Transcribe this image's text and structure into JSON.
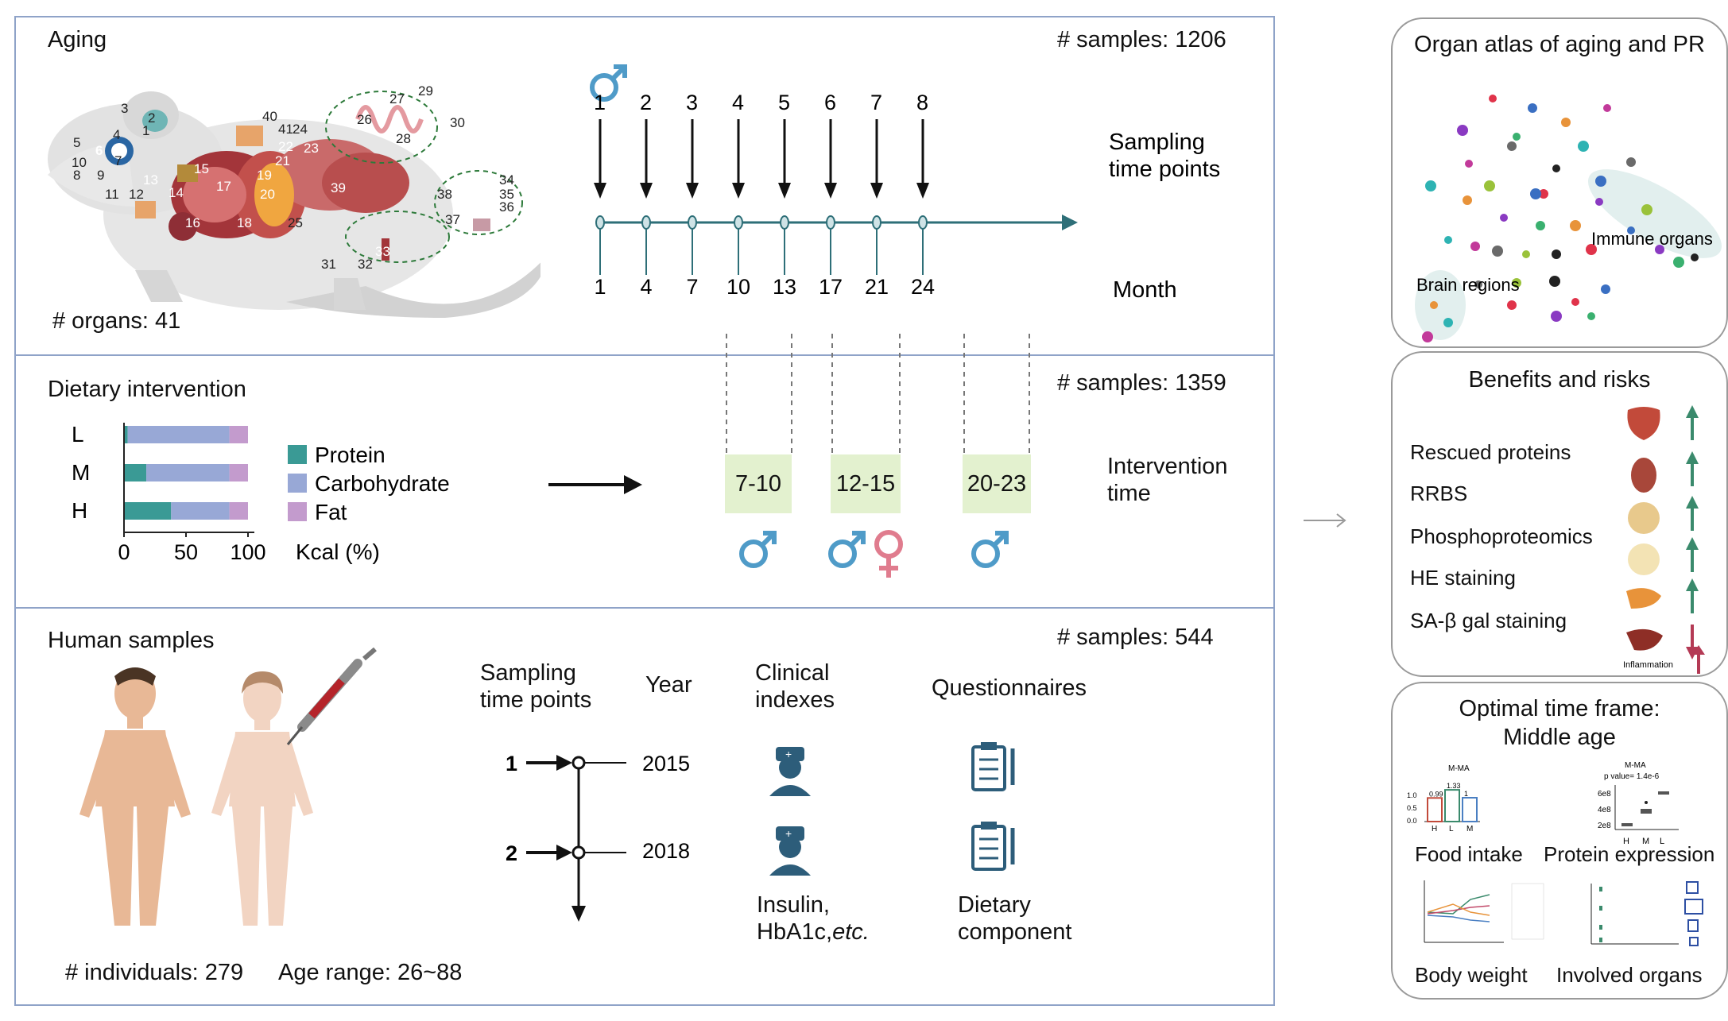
{
  "aging": {
    "title": "Aging",
    "samples": "# samples: 1206",
    "organs": "# organs: 41",
    "time_point_indices": [
      "1",
      "2",
      "3",
      "4",
      "5",
      "6",
      "7",
      "8"
    ],
    "months": [
      "1",
      "4",
      "7",
      "10",
      "13",
      "17",
      "21",
      "24"
    ],
    "sampling_label_line1": "Sampling",
    "sampling_label_line2": "time points",
    "month_label": "Month",
    "organ_numbers": [
      "1",
      "2",
      "3",
      "4",
      "5",
      "6",
      "7",
      "8",
      "9",
      "10",
      "11",
      "12",
      "13",
      "14",
      "15",
      "16",
      "17",
      "18",
      "19",
      "20",
      "21",
      "22",
      "23",
      "24",
      "25",
      "26",
      "27",
      "28",
      "29",
      "30",
      "31",
      "32",
      "33",
      "34",
      "35",
      "36",
      "37",
      "38",
      "39",
      "40",
      "41"
    ]
  },
  "diet": {
    "title": "Dietary intervention",
    "samples": "# samples: 1359",
    "rows": [
      {
        "label": "L",
        "protein": 3,
        "carbohydrate": 82,
        "fat": 15
      },
      {
        "label": "M",
        "protein": 18,
        "carbohydrate": 67,
        "fat": 15
      },
      {
        "label": "H",
        "protein": 38,
        "carbohydrate": 47,
        "fat": 15
      }
    ],
    "legend": [
      "Protein",
      "Carbohydrate",
      "Fat"
    ],
    "axis_ticks": [
      "0",
      "50",
      "100"
    ],
    "axis_label": "Kcal (%)",
    "windows": [
      "7-10",
      "12-15",
      "20-23"
    ],
    "intervention_line1": "Intervention",
    "intervention_line2": "time"
  },
  "human": {
    "title": "Human samples",
    "samples": "# samples: 544",
    "individuals": "# individuals: 279",
    "age_range": "Age range: 26~88",
    "sampling_line1": "Sampling",
    "sampling_line2": "time points",
    "year_label": "Year",
    "points": [
      {
        "index": "1",
        "year": "2015"
      },
      {
        "index": "2",
        "year": "2018"
      }
    ],
    "clinical_line1": "Clinical",
    "clinical_line2": "indexes",
    "questionnaires": "Questionnaires",
    "insulin_line1": "Insulin,",
    "insulin_line2": "HbA1c,",
    "insulin_etc": "etc.",
    "dietary_line1": "Dietary",
    "dietary_line2": "component"
  },
  "atlas": {
    "title": "Organ atlas of aging and PR",
    "immune_label": "Immune organs",
    "brain_label": "Brain regions"
  },
  "benefits": {
    "title": "Benefits and risks",
    "items": [
      "Rescued proteins",
      "RRBS",
      "Phosphoproteomics",
      "HE staining",
      "SA-β gal staining"
    ],
    "inflammation": "Inflammation"
  },
  "timeframe": {
    "title_line1": "Optimal time frame:",
    "title_line2": "Middle age",
    "food_intake": "Food intake",
    "protein_expression": "Protein expression",
    "body_weight": "Body weight",
    "involved_organs": "Involved organs",
    "food_chart": {
      "title": "M-MA",
      "categories": [
        "H",
        "L",
        "M"
      ],
      "values": [
        0.99,
        1.33,
        1
      ],
      "yticks": [
        "1.0",
        "0.5",
        "0.0"
      ]
    },
    "protein_chart": {
      "title": "M-MA",
      "pvalue": "p value= 1.4e-6",
      "categories": [
        "H",
        "M",
        "L"
      ],
      "yticks": [
        "6e8",
        "4e8",
        "2e8"
      ]
    }
  },
  "colors": {
    "protein": "#3a9a95",
    "carbohydrate": "#98a8d6",
    "fat": "#c39bcd",
    "male": "#4f9bc8",
    "female": "#e07c8e",
    "timeline": "#2e6f78",
    "window_fill": "#e3f1cf",
    "arrow_up": "#3a8a6c",
    "arrow_down": "#b43a55",
    "panel_border": "#8fa3c8"
  }
}
